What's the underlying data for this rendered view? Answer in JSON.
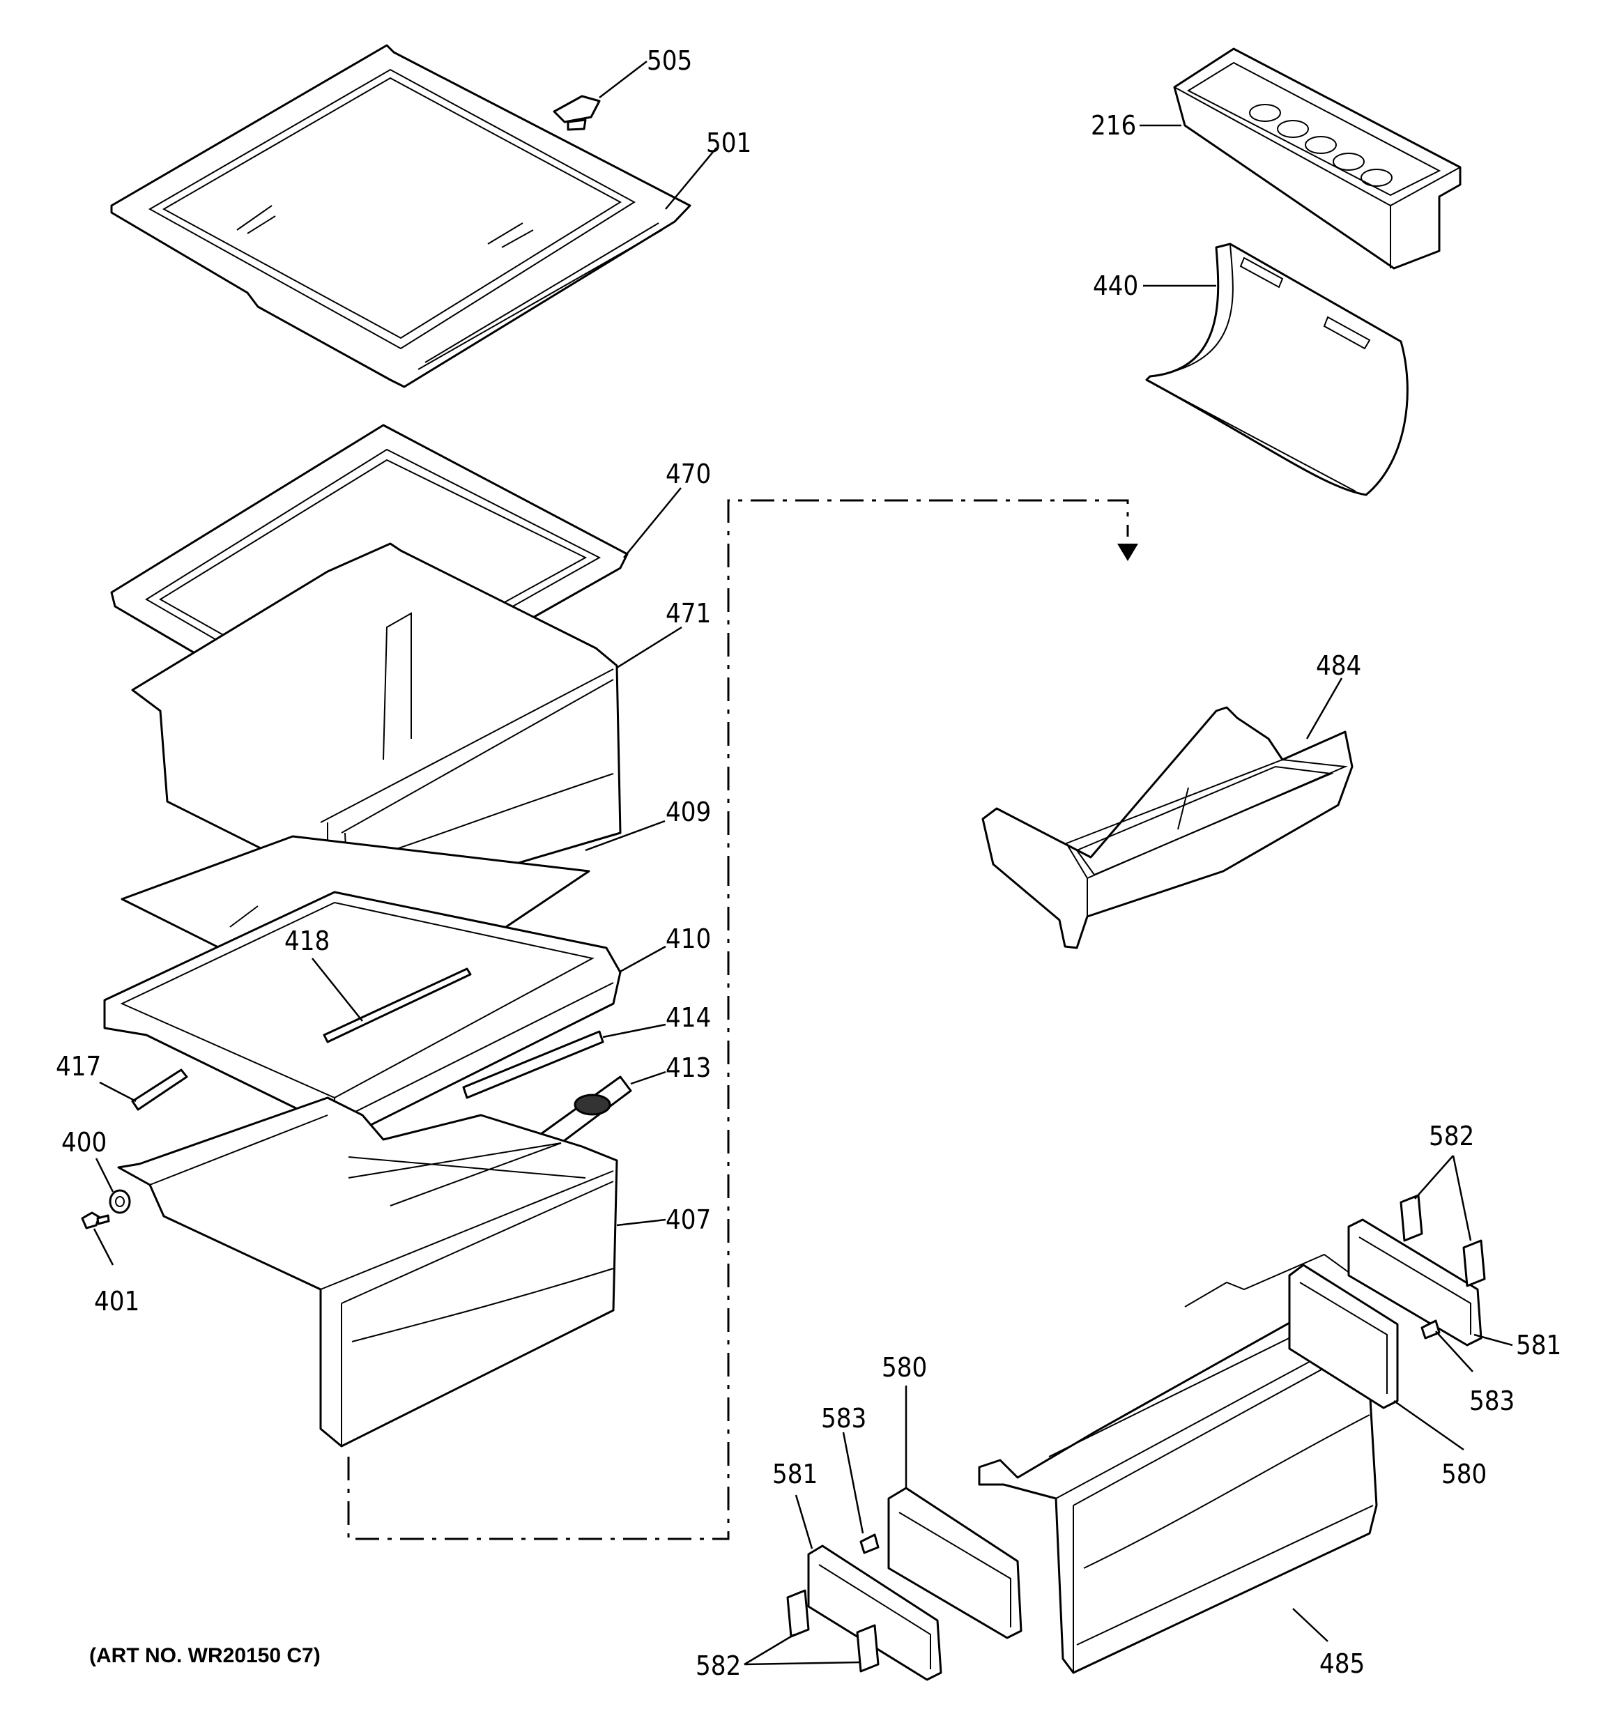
{
  "art_number": "(ART NO. WR20150 C7)",
  "callouts": {
    "c505": "505",
    "c501": "501",
    "c216": "216",
    "c440": "440",
    "c470": "470",
    "c471": "471",
    "c409": "409",
    "c418": "418",
    "c410": "410",
    "c414": "414",
    "c417": "417",
    "c413": "413",
    "c400": "400",
    "c401": "401",
    "c407": "407",
    "c484": "484",
    "c582a": "582",
    "c581a": "581",
    "c583a": "583",
    "c580a": "580",
    "c580b": "580",
    "c583b": "583",
    "c581b": "581",
    "c582b": "582",
    "c485": "485"
  }
}
